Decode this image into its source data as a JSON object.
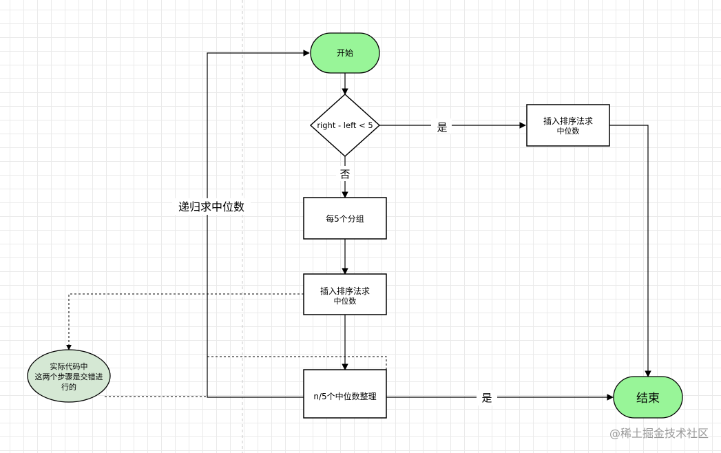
{
  "nodes": {
    "start": "开始",
    "cond": "right - left < 5",
    "insert_top": [
      "插入排序法求",
      "中位数"
    ],
    "group": "每5个分组",
    "insert_mid": [
      "插入排序法求",
      "中位数"
    ],
    "median_sort": "n/5个中位数整理",
    "end": "结束",
    "note": [
      "实际代码中",
      "这两个步骤是交错进",
      "行的"
    ]
  },
  "edges": {
    "yes_top": "是",
    "no": "否",
    "yes_bottom": "是",
    "recursive": "递归求中位数"
  },
  "watermark": "@稀土掘金技术社区",
  "colors": {
    "terminal_fill": "#98f598",
    "note_fill": "#d5e8d4",
    "stroke": "#000000"
  }
}
